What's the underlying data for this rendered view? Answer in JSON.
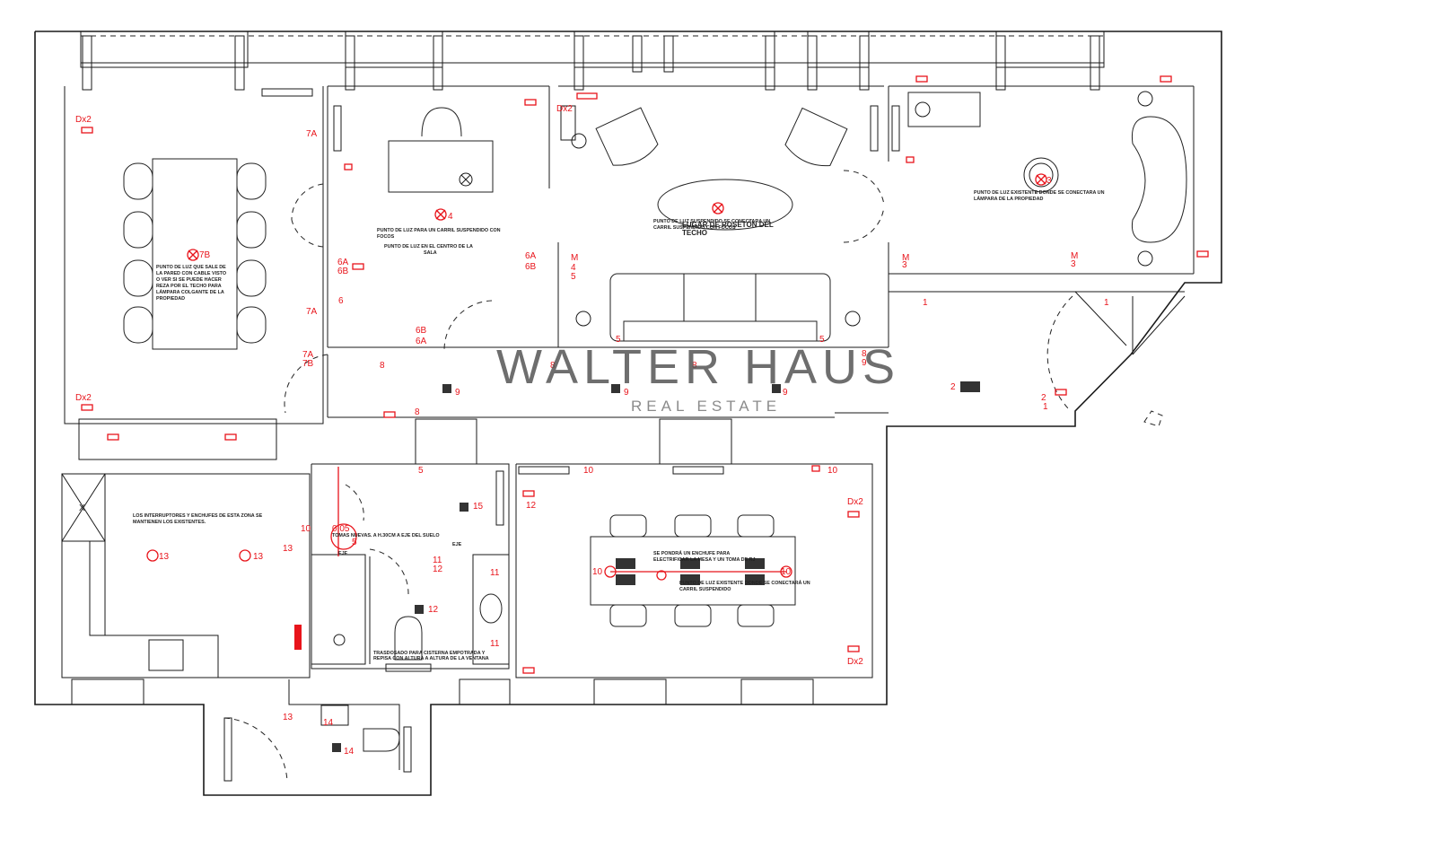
{
  "watermark": {
    "title": "WALTER HAUS",
    "subtitle": "REAL ESTATE"
  },
  "notes": {
    "lamp_west_1": "PUNTO DE LUZ QUE SALE DE",
    "lamp_west_2": "LA PARED CON CABLE VISTO",
    "lamp_west_3": "O VER SI SE PUEDE HACER",
    "lamp_west_4": "REZA POR EL TECHO PARA",
    "lamp_west_5": "LÁMPARA COLGANTE DE LA",
    "lamp_west_6": "PROPIEDAD",
    "rail_1": "PUNTO DE LUZ PARA UN CARRIL SUSPENDIDO CON",
    "rail_2": "FOCOS",
    "center_1": "PUNTO DE LUZ EN EL CENTRO DE LA",
    "center_2": "SALA",
    "roseton_label": "LUGAR DE ROSETÓN DEL",
    "roseton_label_2": "TECHO",
    "living_1": "PUNTO DE LUZ SUSPENDIDO SE CONECTARA UN",
    "living_2": "CARRIL SUSPENDIDO CON FOCOS",
    "east_1": "PUNTO DE LUZ EXISTENTE DONDE SE CONECTARA UN",
    "east_2": "LÁMPARA DE LA PROPIEDAD",
    "switches_1": "LOS INTERRUPTORES Y ENCHUFES DE ESTA ZONA SE",
    "switches_2": "MANTIENEN LOS EXISTENTES.",
    "sockets_new": "TOMAS NUEVAS. A H.30CM A EJE DEL SUELO",
    "cistern_1": "TRASDOSADO PARA CISTERNA EMPOTRADA Y",
    "cistern_2": "REPISA CON ALTURA A ALTURA DE LA VENTANA",
    "table_1": "SE PONDRÁ UN ENCHUFE PARA",
    "table_2": "ELECTRIFICAR LA MESA Y UN TOMA DE RJ",
    "table_3": "PUNTO DE LUZ EXISTENTE DONDE SE CONECTARÁ UN",
    "table_4": "CARRIL SUSPENDIDO"
  },
  "labels": {
    "dx2": "Dx2",
    "l1": "1",
    "l2": "2",
    "l3": "3",
    "l4": "4",
    "l5": "5",
    "l6": "6",
    "l6a": "6A",
    "l6b": "6B",
    "l7a": "7A",
    "l7b": "7B",
    "l8": "8",
    "l9": "9",
    "l10": "10",
    "l11": "11",
    "l12": "12",
    "l13": "13",
    "l14": "14",
    "l15": "15",
    "m": "M",
    "eje": "EJE",
    "h005": "0,05",
    "x": "X"
  },
  "colors": {
    "symbol": "#e8141b",
    "walls": "#1a1a1a",
    "watermark": "#555555"
  }
}
